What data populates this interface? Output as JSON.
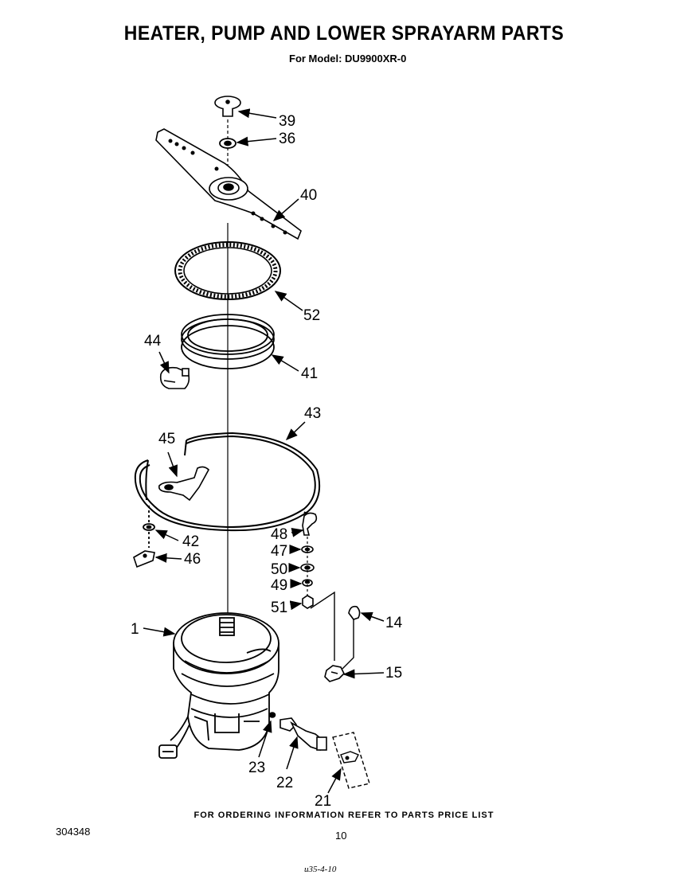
{
  "header": {
    "title": "HEATER, PUMP AND LOWER  SPRAYARM  PARTS",
    "subtitle": "For Model: DU9900XR-0"
  },
  "callouts": [
    {
      "id": "39",
      "label": "39"
    },
    {
      "id": "36",
      "label": "36"
    },
    {
      "id": "40",
      "label": "40"
    },
    {
      "id": "52",
      "label": "52"
    },
    {
      "id": "44",
      "label": "44"
    },
    {
      "id": "41",
      "label": "41"
    },
    {
      "id": "43",
      "label": "43"
    },
    {
      "id": "45",
      "label": "45"
    },
    {
      "id": "42",
      "label": "42"
    },
    {
      "id": "46",
      "label": "46"
    },
    {
      "id": "48",
      "label": "48"
    },
    {
      "id": "47",
      "label": "47"
    },
    {
      "id": "50",
      "label": "50"
    },
    {
      "id": "49",
      "label": "49"
    },
    {
      "id": "51",
      "label": "51"
    },
    {
      "id": "14",
      "label": "14"
    },
    {
      "id": "1",
      "label": "1"
    },
    {
      "id": "15",
      "label": "15"
    },
    {
      "id": "23",
      "label": "23"
    },
    {
      "id": "22",
      "label": "22"
    },
    {
      "id": "21",
      "label": "21"
    }
  ],
  "footer": {
    "ordering_note": "FOR ORDERING INFORMATION REFER TO PARTS PRICE LIST",
    "doc_number": "304348",
    "page_number": "10",
    "handwritten": "u35-4-10"
  }
}
